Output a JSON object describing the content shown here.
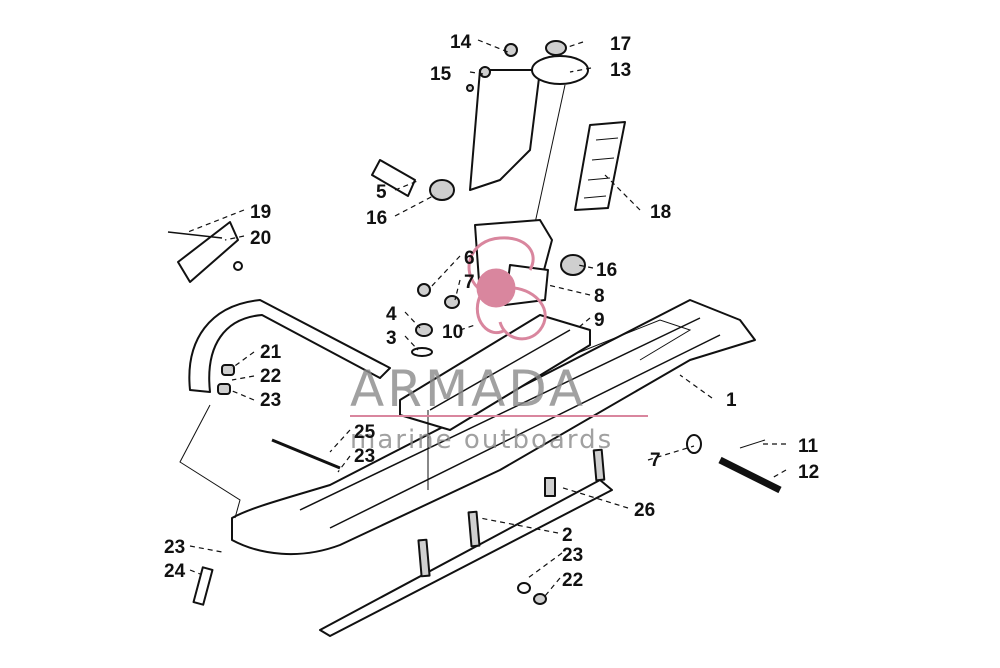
{
  "watermark": {
    "brand": "ARMADA",
    "tagline": "marine outboards",
    "logo_color": "#d9869e"
  },
  "callouts": {
    "c1": "1",
    "c2": "2",
    "c3": "3",
    "c4": "4",
    "c5": "5",
    "c6": "6",
    "c7a": "7",
    "c7b": "7",
    "c8": "8",
    "c9": "9",
    "c10": "10",
    "c11": "11",
    "c12": "12",
    "c13": "13",
    "c14": "14",
    "c15": "15",
    "c16a": "16",
    "c16b": "16",
    "c17": "17",
    "c18": "18",
    "c19": "19",
    "c20": "20",
    "c21": "21",
    "c22a": "22",
    "c22b": "22",
    "c23a": "23",
    "c23b": "23",
    "c23c": "23",
    "c23d": "23",
    "c24": "24",
    "c25": "25",
    "c26": "26"
  }
}
